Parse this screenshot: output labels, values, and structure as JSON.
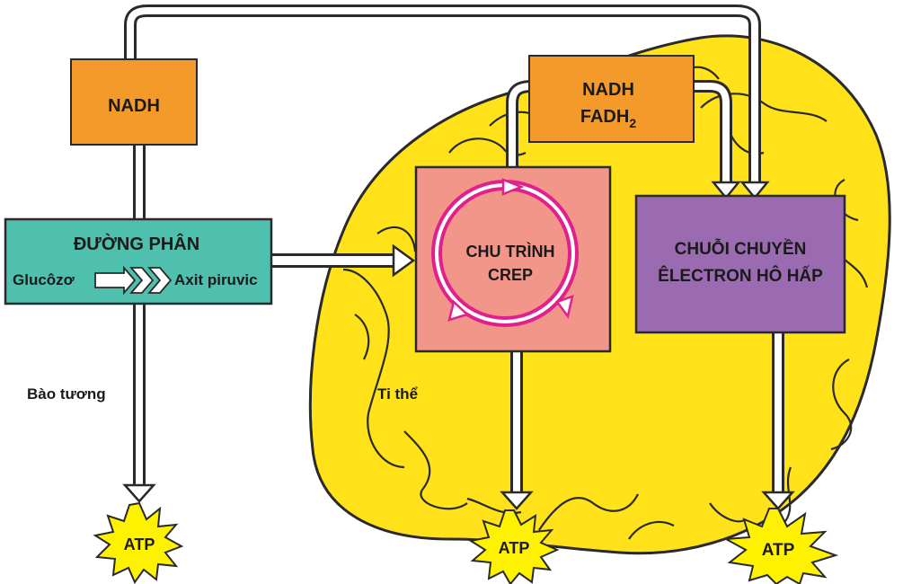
{
  "boxes": {
    "nadh_cytosol": {
      "label": "NADH"
    },
    "nadh_fadh2": {
      "line1": "NADH",
      "line2_main": "FADH",
      "line2_sub": "2"
    },
    "glycolysis": {
      "title": "ĐƯỜNG PHÂN",
      "substrate": "Glucôzơ",
      "product": "Axit piruvic"
    },
    "krebs": {
      "line1": "CHU TRÌNH",
      "line2": "CREP"
    },
    "etc": {
      "line1": "CHUỖI CHUYỀN",
      "line2": "ÊLECTRON HÔ HẤP"
    }
  },
  "regions": {
    "cytosol": "Bào tương",
    "mitochondrion": "Ti thể"
  },
  "atp": [
    "ATP",
    "ATP",
    "ATP"
  ],
  "colors": {
    "orange": "#f39a2a",
    "teal": "#4fbfae",
    "salmon": "#f3968a",
    "purple": "#9b6bb2",
    "mito_yellow": "#ffe21a",
    "magenta": "#e0208c",
    "atp_yellow": "#fff200"
  }
}
